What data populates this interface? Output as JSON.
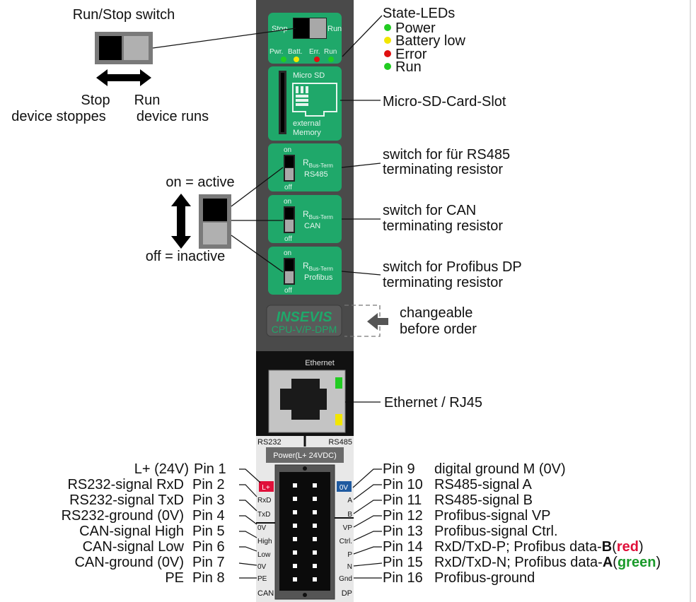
{
  "run_stop": {
    "title": "Run/Stop switch",
    "stop_label": "Stop",
    "stop_desc": "device stoppes",
    "run_label": "Run",
    "run_desc": "device runs"
  },
  "module": {
    "switch_stop": "Stop",
    "switch_run": "Run",
    "leds": [
      "Pwr.",
      "Batt.",
      "Err.",
      "Run"
    ],
    "sd_title": "Micro SD",
    "sd_sub1": "external",
    "sd_sub2": "Memory",
    "term_on": "on",
    "term_off": "off",
    "term_r": "R",
    "term_sub": "Bus-Term",
    "term_names": [
      "RS485",
      "CAN",
      "Profibus"
    ],
    "brand": "INSEVIS",
    "model": "CPU-V/P-DPM",
    "ethernet": "Ethernet",
    "rs232": "RS232",
    "rs485": "RS485",
    "power": "Power(L+ 24VDC)",
    "can": "CAN",
    "dp": "DP",
    "left_pins": [
      "L+",
      "RxD",
      "TxD",
      "0V",
      "High",
      "Low",
      "0V",
      "PE"
    ],
    "right_pins": [
      "0V",
      "A",
      "B",
      "VP",
      "Ctrl.",
      "P",
      "N",
      "Gnd"
    ]
  },
  "state_leds": {
    "title": "State-LEDs",
    "items": [
      {
        "label": "Power",
        "color": "#22cc22"
      },
      {
        "label": "Battery low",
        "color": "#f2e600"
      },
      {
        "label": "Error",
        "color": "#e01010"
      },
      {
        "label": "Run",
        "color": "#22cc22"
      }
    ]
  },
  "callouts": {
    "sd": "Micro-SD-Card-Slot",
    "rs485_1": "switch for für RS485",
    "rs485_2": "terminating resistor",
    "can_1": "switch for CAN",
    "can_2": "terminating resistor",
    "pb_1": "switch for Profibus DP",
    "pb_2": "terminating resistor",
    "change_1": "changeable",
    "change_2": "before order",
    "eth": "Ethernet / RJ45",
    "active": "on = active",
    "inactive": "off = inactive"
  },
  "pins_left": [
    {
      "desc": "L+ (24V)",
      "pin": "Pin 1"
    },
    {
      "desc": "RS232-signal RxD",
      "pin": "Pin 2"
    },
    {
      "desc": "RS232-signal TxD",
      "pin": "Pin 3"
    },
    {
      "desc": "RS232-ground (0V)",
      "pin": "Pin 4"
    },
    {
      "desc": "CAN-signal High",
      "pin": "Pin 5"
    },
    {
      "desc": "CAN-signal Low",
      "pin": "Pin 6"
    },
    {
      "desc": "CAN-ground (0V)",
      "pin": "Pin 7"
    },
    {
      "desc": "PE",
      "pin": "Pin 8"
    }
  ],
  "pins_right": [
    {
      "pin": "Pin 9",
      "desc": "digital ground M (0V)"
    },
    {
      "pin": "Pin 10",
      "desc": "RS485-signal A"
    },
    {
      "pin": "Pin 11",
      "desc": "RS485-signal B"
    },
    {
      "pin": "Pin 12",
      "desc": "Profibus-signal VP"
    },
    {
      "pin": "Pin 13",
      "desc": "Profibus-signal Ctrl."
    },
    {
      "pin": "Pin 14",
      "desc": "RxD/TxD-P; Profibus data-"
    },
    {
      "pin": "Pin 15",
      "desc": "RxD/TxD-N; Profibus data-"
    },
    {
      "pin": "Pin 16",
      "desc": "Profibus-ground"
    }
  ],
  "pin14_letter": "B",
  "pin14_color": "red",
  "pin15_letter": "A",
  "pin15_color": "green",
  "colors": {
    "module": "#4a4a4a",
    "panel": "#1fa86a",
    "dark": "#111111",
    "red": "#e0103a",
    "green": "#1a9a2a",
    "blue": "#1f5aa0",
    "led_yellow": "#f2e600",
    "led_green": "#22cc22",
    "led_red": "#e01010"
  }
}
